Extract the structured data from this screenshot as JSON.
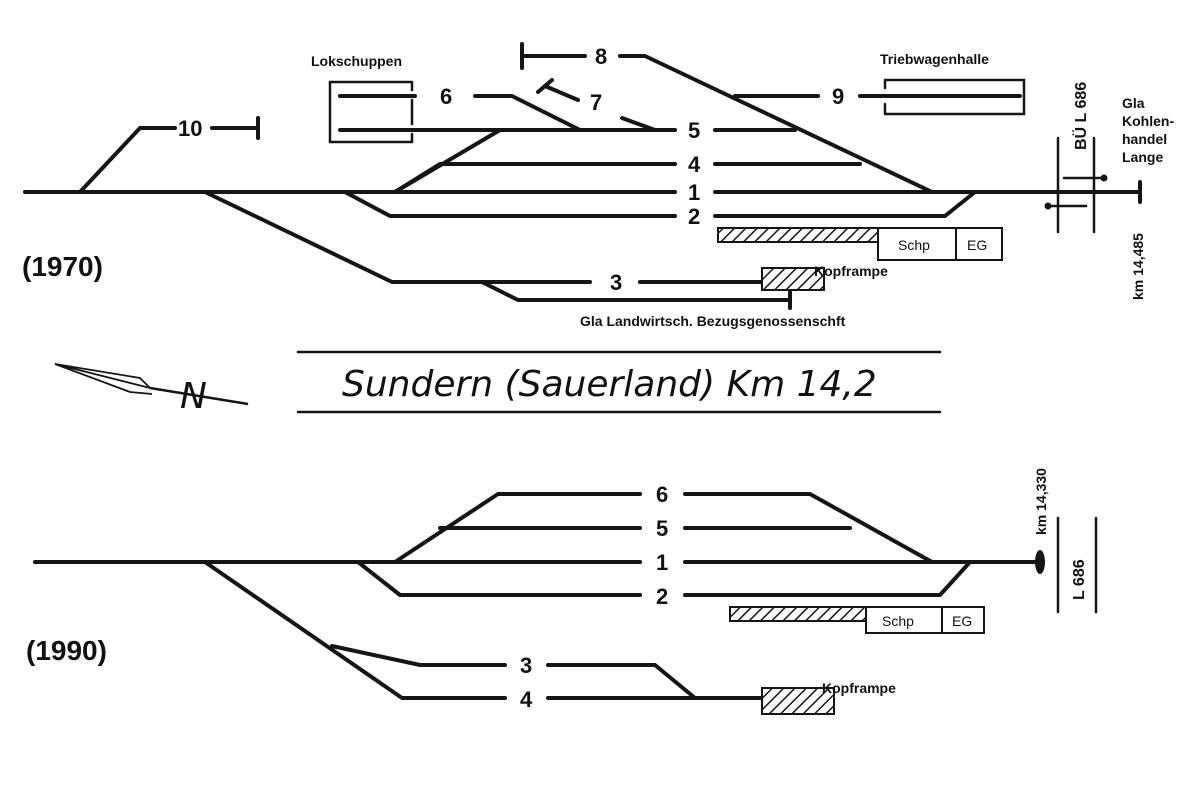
{
  "title": "Sundern (Sauerland) Km 14,2",
  "north_label": "N",
  "plan_1970": {
    "year": "(1970)",
    "tracks": {
      "t1": "1",
      "t2": "2",
      "t3": "3",
      "t4": "4",
      "t5": "5",
      "t6": "6",
      "t7": "7",
      "t8": "8",
      "t9": "9",
      "t10": "10"
    },
    "lokschuppen": "Lokschuppen",
    "triebwagenhalle": "Triebwagenhalle",
    "bue": "BÜ L 686",
    "gla_kohlen": [
      "Gla",
      "Kohlen-",
      "handel",
      "Lange"
    ],
    "km": "km 14,485",
    "schp": "Schp",
    "eg": "EG",
    "kopframpe": "Kopframpe",
    "gla_landw": "Gla Landwirtsch. Bezugsgenossenschft"
  },
  "plan_1990": {
    "year": "(1990)",
    "tracks": {
      "t1": "1",
      "t2": "2",
      "t3": "3",
      "t4": "4",
      "t5": "5",
      "t6": "6"
    },
    "km": "km 14,330",
    "road": "L 686",
    "schp": "Schp",
    "eg": "EG",
    "kopframpe": "Kopframpe"
  }
}
